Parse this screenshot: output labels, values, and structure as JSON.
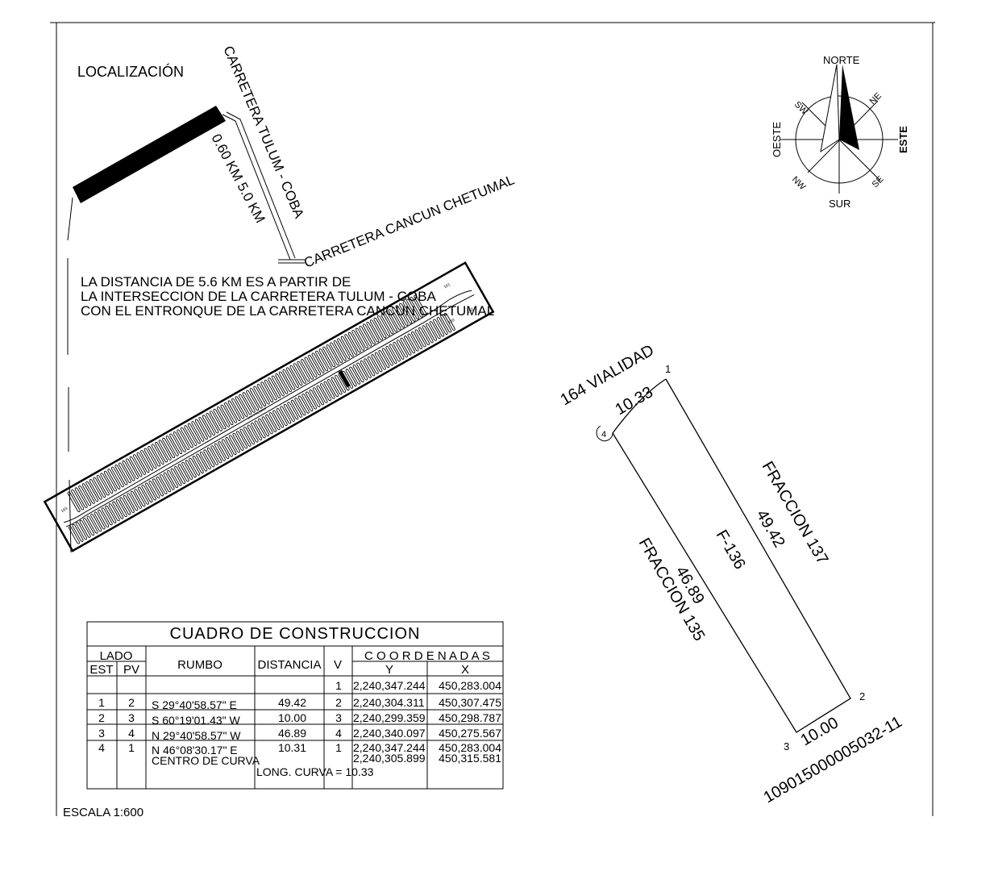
{
  "location": {
    "title": "LOCALIZACIÓN",
    "road_tulum_coba": "CARRETERA TULUM - COBA",
    "distances": "0.60 KM  5.0 KM",
    "road_cancun_chetumal": "CARRETERA CANCUN CHETUMAL",
    "note_lines": [
      "LA DISTANCIA DE 5.6 KM ES A PARTIR DE",
      "LA INTERSECCION DE LA CARRETERA TULUM - COBA",
      "CON EL ENTRONQUE DE LA CARRETERA CANCUN CHETUMAL"
    ],
    "lot_labels": [
      "161",
      "162",
      "160",
      "163",
      "164 VIALIDAD"
    ]
  },
  "compass": {
    "north": "NORTE",
    "south": "SUR",
    "east": "ESTE",
    "west": "OESTE",
    "ne": "NE",
    "nw": "NW",
    "se": "SE",
    "sw": "SW"
  },
  "parcel": {
    "road_label": "164 VIALIDAD",
    "arc_length": "10.33",
    "east_neighbor": "FRACCION 137",
    "east_side": "49.42",
    "id": "F-136",
    "west_side": "46.89",
    "west_neighbor": "FRACCION 135",
    "south_side": "10.00",
    "south_neighbor": "109015000005032-11",
    "vertices": [
      "1",
      "2",
      "3",
      "4"
    ]
  },
  "table": {
    "title": "CUADRO DE CONSTRUCCION",
    "headers": {
      "lado": "LADO",
      "est": "EST",
      "pv": "PV",
      "rumbo": "RUMBO",
      "distancia": "DISTANCIA",
      "v": "V",
      "coordenadas": "C O O R D E N A D A S",
      "y": "Y",
      "x": "X"
    },
    "rows": [
      {
        "est": "",
        "pv": "",
        "rumbo": "",
        "dist": "",
        "v": "1",
        "y": "2,240,347.244",
        "x": "450,283.004"
      },
      {
        "est": "1",
        "pv": "2",
        "rumbo": "S 29°40'58.57\" E",
        "dist": "49.42",
        "v": "2",
        "y": "2,240,304.311",
        "x": "450,307.475"
      },
      {
        "est": "2",
        "pv": "3",
        "rumbo": "S 60°19'01.43\" W",
        "dist": "10.00",
        "v": "3",
        "y": "2,240,299.359",
        "x": "450,298.787"
      },
      {
        "est": "3",
        "pv": "4",
        "rumbo": "N 29°40'58.57\" W",
        "dist": "46.89",
        "v": "4",
        "y": "2,240,340.097",
        "x": "450,275.567"
      },
      {
        "est": "4",
        "pv": "1",
        "rumbo": "N 46°08'30.17\" E",
        "dist": "10.31",
        "v": "1",
        "y": "2,240,347.244",
        "x": "450,283.004"
      }
    ],
    "curve_center_label": "CENTRO DE CURVA",
    "curve_center_y": "2,240,305.899",
    "curve_center_x": "450,315.581",
    "curve_length": "LONG. CURVA = 10.33"
  },
  "scale": "ESCALA  1:600"
}
